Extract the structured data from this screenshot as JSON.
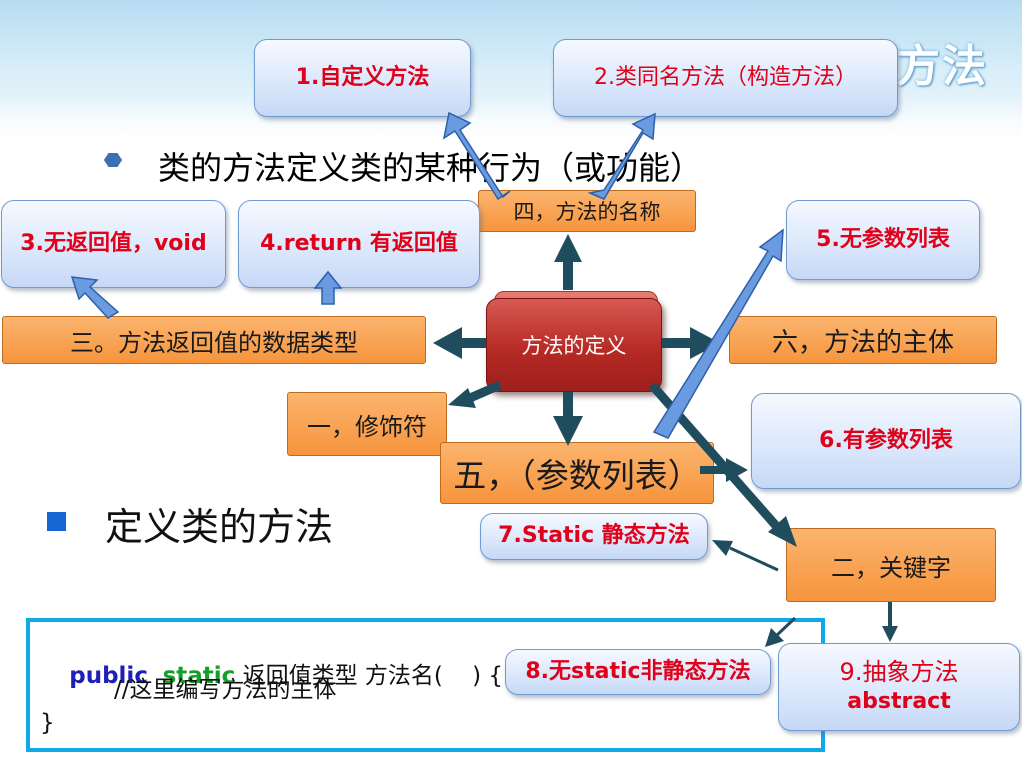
{
  "header": {
    "title_fragment": "方法"
  },
  "bullet1": {
    "text": "类的方法定义类的某种行为（或功能）"
  },
  "bullet2": {
    "text": "定义类的方法"
  },
  "center": {
    "label": "方法的定义"
  },
  "orange_nodes": {
    "name": "四，方法的名称",
    "return_type": "三。方法返回值的数据类型",
    "modifier": "一，修饰符",
    "params": "五，（参数列表）",
    "body": "六，方法的主体",
    "keyword": "二，关键字"
  },
  "blue_nodes": {
    "custom": "1.自定义方法",
    "same_name": "2.类同名方法（构造方法）",
    "no_return": "3.无返回值，void",
    "has_return": "4.return  有返回值",
    "no_params": "5.无参数列表",
    "has_params": "6.有参数列表",
    "static": "7.Static 静态方法",
    "non_static": "8.无static非静态方法",
    "abstract_line1": "9.抽象方法",
    "abstract_line2": "abstract"
  },
  "code": {
    "kw_public": "public",
    "kw_static": "static",
    "line1_rest": " 返回值类型 方法名(    ) {",
    "line2": "//这里编写方法的主体",
    "line3": "}"
  },
  "colors": {
    "orange": "#f6953d",
    "center_red": "#b72a25",
    "blue_text": "#e0001a",
    "arrow_teal": "#1f4d5e",
    "code_border": "#11a8ea"
  }
}
